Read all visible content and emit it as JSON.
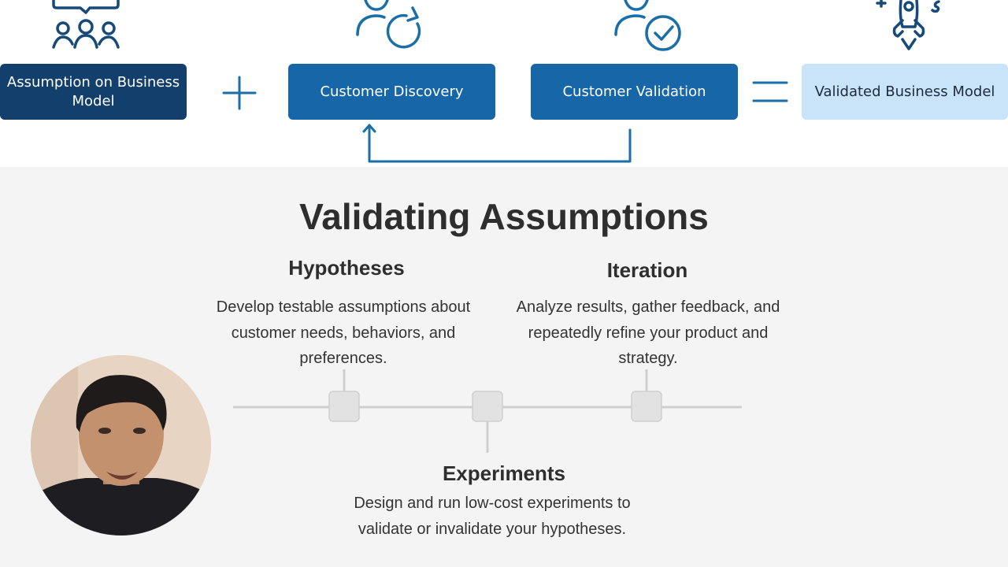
{
  "flow": {
    "boxes": [
      {
        "id": "assumption",
        "label": "Assumption on Business Model"
      },
      {
        "id": "discovery",
        "label": "Customer Discovery"
      },
      {
        "id": "validation",
        "label": "Customer Validation"
      },
      {
        "id": "validated",
        "label": "Validated Business Model"
      }
    ],
    "operators": [
      "+",
      "="
    ],
    "icons": [
      "people-chat-icon",
      "person-refresh-icon",
      "person-check-icon",
      "rocket-money-icon"
    ],
    "feedback_loop": {
      "from": "Customer Validation",
      "to": "Customer Discovery"
    }
  },
  "slide": {
    "title": "Validating Assumptions",
    "stages": [
      {
        "heading": "Hypotheses",
        "text_lines": [
          "Develop testable assumptions about",
          "customer needs, behaviors, and",
          "preferences."
        ]
      },
      {
        "heading": "Experiments",
        "text_lines": [
          "Design and run low-cost experiments to",
          "validate or invalidate your hypotheses."
        ]
      },
      {
        "heading": "Iteration",
        "text_lines": [
          "Analyze results, gather feedback, and",
          "repeatedly refine your product and",
          "strategy."
        ]
      }
    ]
  },
  "colors": {
    "dark_blue": "#123f6c",
    "mid_blue": "#1666a8",
    "light_blue": "#c9e3f8",
    "icon_blue": "#1a6fa8",
    "slide_bg": "#f4f4f4"
  },
  "video": {
    "presenter": "webcam-presenter"
  }
}
